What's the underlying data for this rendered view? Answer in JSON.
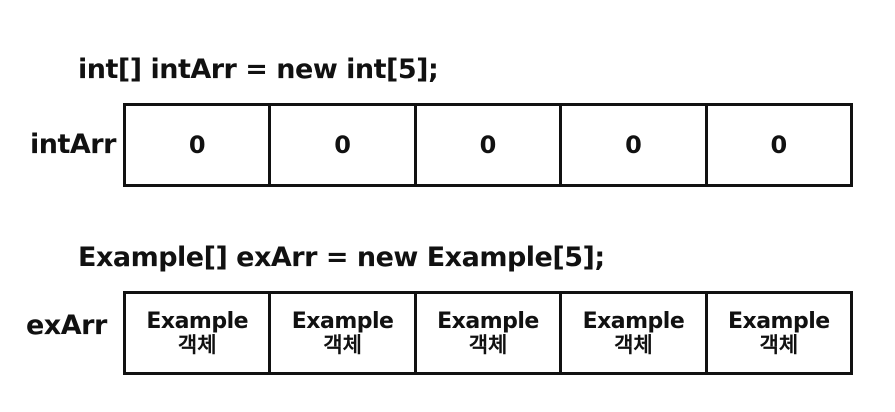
{
  "int_array": {
    "declaration": "int[] intArr = new int[5];",
    "variable": "intArr",
    "cells": [
      "0",
      "0",
      "0",
      "0",
      "0"
    ]
  },
  "object_array": {
    "declaration": "Example[] exArr = new Example[5];",
    "variable": "exArr",
    "cells": [
      {
        "line1": "Example",
        "line2": "객체"
      },
      {
        "line1": "Example",
        "line2": "객체"
      },
      {
        "line1": "Example",
        "line2": "객체"
      },
      {
        "line1": "Example",
        "line2": "객체"
      },
      {
        "line1": "Example",
        "line2": "객체"
      }
    ]
  },
  "colors": {
    "stroke": "#111111",
    "background": "#ffffff"
  }
}
